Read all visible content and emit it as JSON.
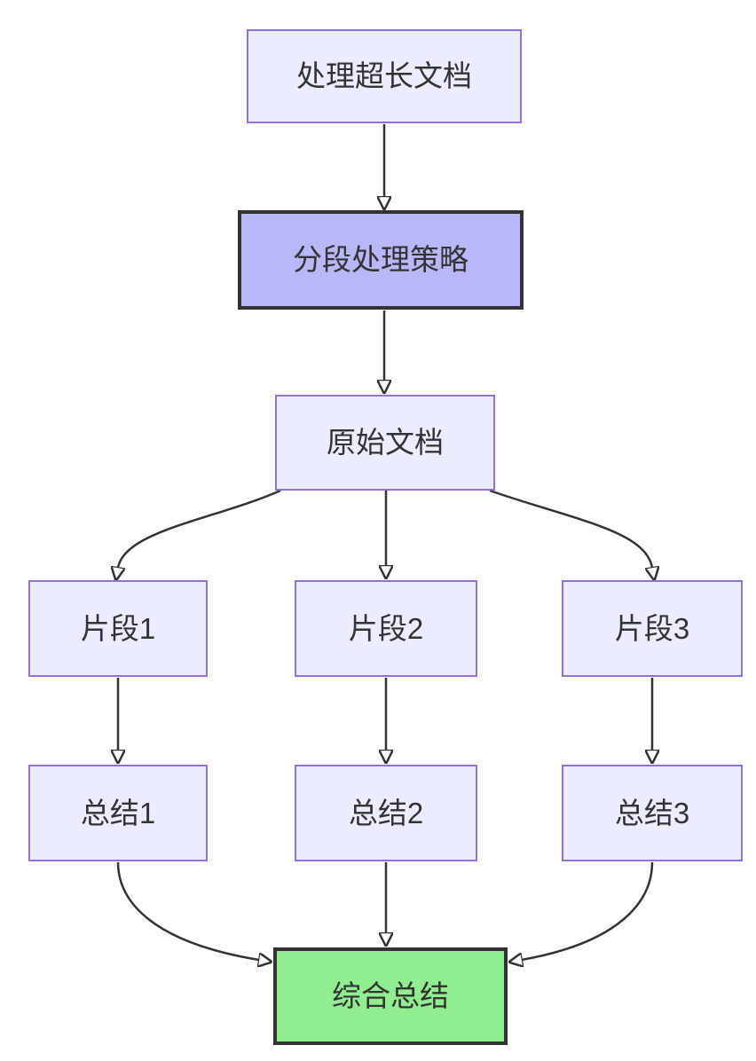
{
  "diagram": {
    "type": "flowchart",
    "direction": "top-down",
    "nodes": [
      {
        "id": "A",
        "label": "处理超长文档",
        "style": "default"
      },
      {
        "id": "B",
        "label": "分段处理策略",
        "style": "highlight"
      },
      {
        "id": "C",
        "label": "原始文档",
        "style": "default"
      },
      {
        "id": "D",
        "label": "片段1",
        "style": "default"
      },
      {
        "id": "E",
        "label": "片段2",
        "style": "default"
      },
      {
        "id": "F",
        "label": "片段3",
        "style": "default"
      },
      {
        "id": "G",
        "label": "总结1",
        "style": "default"
      },
      {
        "id": "H",
        "label": "总结2",
        "style": "default"
      },
      {
        "id": "I",
        "label": "总结3",
        "style": "default"
      }
    ],
    "final_node": {
      "id": "J",
      "label": "综合总结",
      "style": "final"
    },
    "edges": [
      {
        "from": "处理超长文档",
        "to": "分段处理策略"
      },
      {
        "from": "分段处理策略",
        "to": "原始文档"
      },
      {
        "from": "原始文档",
        "to": "片段1"
      },
      {
        "from": "原始文档",
        "to": "片段2"
      },
      {
        "from": "原始文档",
        "to": "片段3"
      },
      {
        "from": "片段1",
        "to": "总结1"
      },
      {
        "from": "片段2",
        "to": "总结2"
      },
      {
        "from": "片段3",
        "to": "总结3"
      },
      {
        "from": "总结1",
        "to": "综合总结"
      },
      {
        "from": "总结2",
        "to": "综合总结"
      },
      {
        "from": "总结3",
        "to": "综合总结"
      }
    ],
    "colors": {
      "background": "#ffffff",
      "node_fill": "#ECECFF",
      "node_border": "#9370DB",
      "highlight_fill": "#b8b8f8",
      "final_fill": "#90EE90",
      "strong_border": "#333333",
      "edge": "#333333",
      "text": "#333333"
    }
  }
}
